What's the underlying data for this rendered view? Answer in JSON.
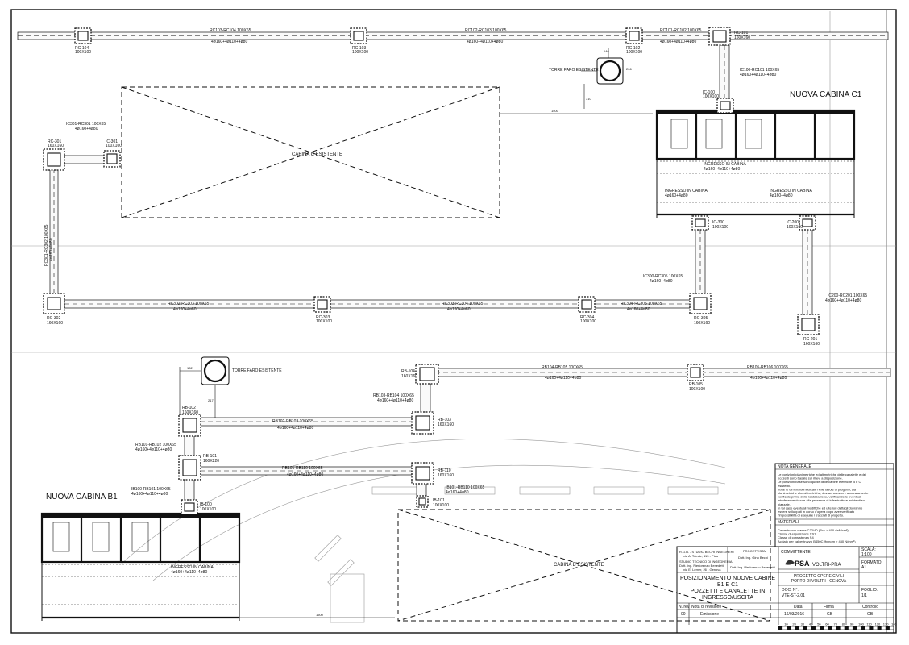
{
  "plan_top": {
    "title": "NUOVA CABINA C1",
    "existing_cabin": "CABINA C ESISTENTE",
    "tower": "TORRE FARO ESISTENTE",
    "pits": [
      {
        "id": "RC-104",
        "size": "100X100"
      },
      {
        "id": "RC-103",
        "size": "100X100"
      },
      {
        "id": "RC-102",
        "size": "100X100"
      },
      {
        "id": "RC-101",
        "size": "160X160"
      },
      {
        "id": "IC-100",
        "size": "100X100"
      },
      {
        "id": "RC-301",
        "size": "160X160"
      },
      {
        "id": "IC-301",
        "size": "100X100"
      },
      {
        "id": "RC-302",
        "size": "160X160"
      },
      {
        "id": "RC-303",
        "size": "100X100"
      },
      {
        "id": "RC-304",
        "size": "100X100"
      },
      {
        "id": "RC-305",
        "size": "160X160"
      },
      {
        "id": "IC-300",
        "size": "100X100"
      },
      {
        "id": "IC-200",
        "size": "100X100"
      },
      {
        "id": "RC-201",
        "size": "160X160"
      }
    ],
    "runs": [
      {
        "name": "RC103-RC104 100X65",
        "spec": "4ø160+4ø110+4ø80"
      },
      {
        "name": "RC102-RC103 100X65",
        "spec": "4ø160+4ø110+4ø80"
      },
      {
        "name": "RC101-RC102 100X65",
        "spec": "4ø160+4ø110+4ø80"
      },
      {
        "name": "IC100-RC101 100X65",
        "spec": "4ø160+4ø110+4ø80"
      },
      {
        "name": "IC301-RC301 100X65",
        "spec": "4ø160+4ø80"
      },
      {
        "name": "RC301-RC302 100X65",
        "spec": "4ø160+4ø80"
      },
      {
        "name": "RC302-RC303 100X65",
        "spec": "4ø160+4ø80"
      },
      {
        "name": "RC303-RC304 100X65",
        "spec": "4ø160+4ø80"
      },
      {
        "name": "RC304-RC305 100X65",
        "spec": "4ø160+4ø80"
      },
      {
        "name": "IC300-RC305 100X65",
        "spec": "4ø160+4ø80"
      },
      {
        "name": "IC200-RC201 100X65",
        "spec": "4ø160+4ø110+4ø80"
      }
    ],
    "entries": [
      {
        "label": "INGRESSO IN CABINA",
        "spec": "4ø160+4ø110+4ø80"
      },
      {
        "label": "INGRESSO IN CABINA",
        "spec": "4ø160+4ø80"
      },
      {
        "label": "INGRESSO IN CABINA",
        "spec": "4ø160+4ø80"
      }
    ],
    "dims": [
      "140",
      "206",
      "310",
      "1500"
    ]
  },
  "plan_bottom": {
    "title": "NUOVA CABINA B1",
    "existing_cabin": "CABINA B ESISTENTE",
    "tower": "TORRE FARO ESISTENTE",
    "pits": [
      {
        "id": "RB-104",
        "size": "160X160"
      },
      {
        "id": "RB-105",
        "size": "100X100"
      },
      {
        "id": "RB-102",
        "size": "160X160"
      },
      {
        "id": "RB-103",
        "size": "160X160"
      },
      {
        "id": "RB-101",
        "size": "160X220"
      },
      {
        "id": "RB-110",
        "size": "160X160"
      },
      {
        "id": "IB-100",
        "size": "100X100"
      },
      {
        "id": "IB-101",
        "size": "100X100"
      }
    ],
    "runs": [
      {
        "name": "RB104-RB105 100X65",
        "spec": "4ø160+4ø110+4ø80"
      },
      {
        "name": "RB105-RB106 100X65",
        "spec": "4ø160+4ø110+4ø80"
      },
      {
        "name": "RB103-RB104 100X65",
        "spec": "4ø160+4ø110+4ø80"
      },
      {
        "name": "RB102-RB103 100X65",
        "spec": "4ø160+4ø110+4ø80"
      },
      {
        "name": "RB101-RB102 100X65",
        "spec": "4ø160+4ø110+4ø80"
      },
      {
        "name": "RB101-RB110 100X65",
        "spec": "4ø160+4ø110+4ø80"
      },
      {
        "name": "IB100-RB101 100X65",
        "spec": "4ø160+4ø110+4ø80"
      },
      {
        "name": "IB101-RB110 100X65",
        "spec": "4ø160+4ø80"
      }
    ],
    "entries": [
      {
        "label": "INGRESSO IN CABINA",
        "spec": "4ø160+4ø110+4ø80"
      }
    ],
    "dims": [
      "182",
      "217",
      "1500"
    ]
  },
  "notes": {
    "general_title": "NOTA GENERALE",
    "general_lines": [
      "Le posizioni planimetriche ed altimetriche delle canalette e dei",
      "pozzetti sono basate sui rilievi a disposizione.",
      "Le posizioni base sono quelle delle cabine elettriche B e C",
      "esistenti.",
      "Tutte le dimensioni indicate nelle tavole di progetto, sia",
      "planimetriche che altimetriche, dovranno essere accuratamente",
      "verificate prima della realizzazione, verificando le eventuali",
      "interferenze dovute alla presenza di infrastrutture esistenti sul",
      "piazzale.",
      "In tal caso eventuali modifiche ed ulteriori dettagli dovranno",
      "essere sviluppati in corso d'opera dopo aver verificato",
      "l'impossibilità di eseguire i tracciati di progetto."
    ],
    "materials_title": "MATERIALI",
    "materials_lines": [
      "Calcestruzzo classe C32/40 (Rck > 400 daN/cm²)",
      "Classe di esposizione XS1",
      "Classe di consistenza S4",
      "Acciaio per calcestruzzo B450C (fy nom > 450 N/mm²)"
    ]
  },
  "title_block": {
    "studio1_name": "R.G.B. - STUDIO BECHI INGEGNERI",
    "studio1_addr": "via A. Trieste, 113 - Pisa",
    "studio2_name": "STUDIO TECNICO DI INGEGNERIA",
    "studio2_people": "Dott. Ing. Pierlorenzo Benedetti",
    "studio2_addr": "via E. Lemer, 26 - Genova",
    "designer_label": "PROGETTISTA:",
    "designer1": "Dott. Ing. Gino Bechi",
    "designer2": "Dott. Ing. Pierlorenzo Benedetti",
    "client_label": "COMMITTENTE:",
    "client_logo": "PSA",
    "client_sub": "VOLTRI-PRA",
    "scale_label": "SCALA:",
    "scale_value": "1:100",
    "format_label": "FORMATO:",
    "format_value": "A1",
    "drawing_title": [
      "POSIZIONAMENTO NUOVE CABINE",
      "B1 E C1",
      "POZZETTI E CANALETTE IN",
      "INGRESSO/USCITA"
    ],
    "project_lines": [
      "PROGETTO OPERE CIVILI",
      "PORTO DI VOLTRI - GENOVA"
    ],
    "doc_label": "DOC. N°:",
    "doc_value": "VTE-ST-2.01",
    "sheet_label": "FOGLIO:",
    "sheet_value": "1/1",
    "rev_headers": [
      "N. rev",
      "Nota di revisione",
      "Data",
      "Firma",
      "Controllo"
    ],
    "rev_rows": [
      {
        "n": "00",
        "note": "Emissione",
        "date": "16/03/2016",
        "sign": "GB",
        "check": "GB"
      }
    ],
    "scale_ticks": [
      "10",
      "20",
      "30",
      "40",
      "50",
      "60",
      "70",
      "80",
      "90",
      "100",
      "110",
      "120",
      "130",
      "140"
    ]
  }
}
